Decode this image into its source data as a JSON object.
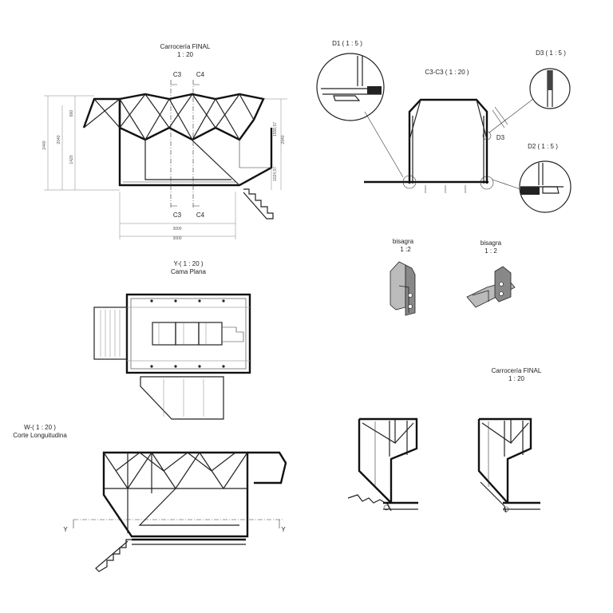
{
  "views": {
    "front": {
      "title": "Carrocería FINAL",
      "scale": "1 : 20",
      "section_left": "C3",
      "section_right": "C4",
      "dims": {
        "total_h": "2440",
        "h1": "2040",
        "top": "800",
        "low": "1420",
        "right_h": "1558,57",
        "right_h2": "2940",
        "right_low": "1024,57",
        "w_inner": "3000",
        "w_outer": "3000"
      }
    },
    "section": {
      "title": "C3-C3 ( 1 : 20 )",
      "d1": "D1 ( 1 : 5 )",
      "d2": "D2 ( 1 : 5 )",
      "d3": "D3 ( 1 : 5 )",
      "d3_tag": "D3"
    },
    "hinges": [
      {
        "title": "bisagra",
        "scale": "1 :2"
      },
      {
        "title": "bisagra",
        "scale": "1 : 2"
      }
    ],
    "plan": {
      "title": "Y-( 1 : 20 )",
      "subtitle": "Cama Plana"
    },
    "long": {
      "title": "W-( 1 : 20 )",
      "subtitle": "Corte Longuitudina",
      "axis_l": "Y",
      "axis_r": "Y"
    },
    "final2": {
      "title": "Carrocería FINAL",
      "scale": "1 : 20"
    }
  }
}
